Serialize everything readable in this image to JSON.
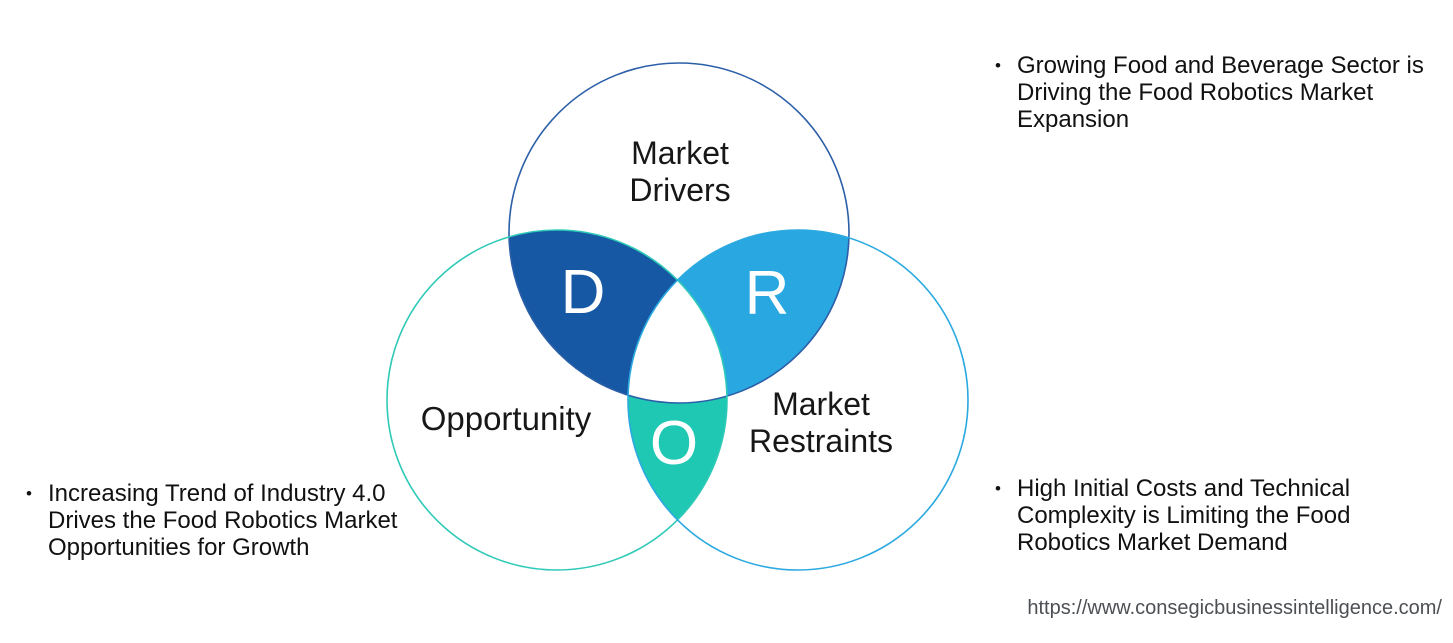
{
  "venn": {
    "drivers_label": [
      "Market",
      "Drivers"
    ],
    "opportunity_label": "Opportunity",
    "restraints_label": [
      "Market",
      "Restraints"
    ],
    "letters": {
      "drivers": "D",
      "restraints": "R",
      "opportunity": "O"
    }
  },
  "bullets": {
    "marker": "•",
    "driver": {
      "lines": [
        "Growing Food and Beverage Sector is",
        "Driving the Food Robotics Market",
        "Expansion"
      ]
    },
    "opportunity": {
      "lines": [
        "Increasing Trend of Industry 4.0",
        "Drives the Food Robotics Market",
        "Opportunities for Growth"
      ]
    },
    "restraint": {
      "lines": [
        "High Initial Costs and Technical",
        "Complexity is Limiting the Food",
        "Robotics Market Demand"
      ]
    }
  },
  "footer": {
    "url": "https://www.consegicbusinessintelligence.com/"
  },
  "colors": {
    "drivers_stroke": "#2b5fa7",
    "opportunity_stroke": "#2fcab7",
    "restraints_stroke": "#2ba9e0",
    "d_fill": "#1658a3",
    "r_fill": "#29a7e0",
    "o_fill": "#1fc8b3",
    "triple_fill": "#ffffff",
    "letter_text": "#ffffff",
    "body_text": "#111111",
    "url_text": "#4c4f54"
  }
}
